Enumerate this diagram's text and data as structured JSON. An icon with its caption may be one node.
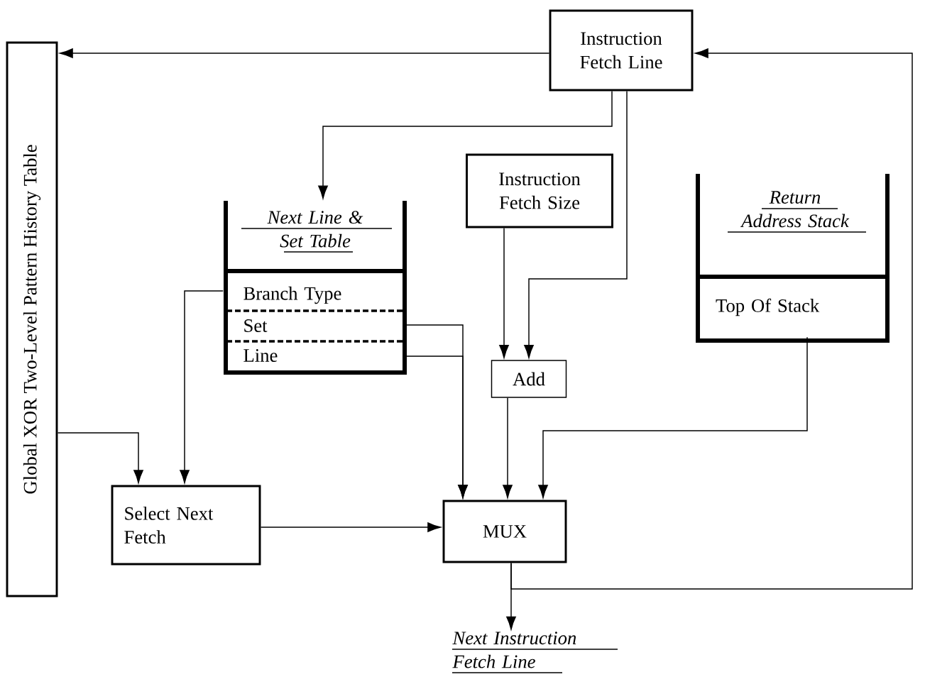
{
  "diagram": {
    "nodes": [
      {
        "text": [
          "Global XOR Two-Level Pattern History Table"
        ]
      },
      {
        "text": [
          "Instruction Fetch Line"
        ]
      },
      {
        "text": [
          "Next Line & Set Table"
        ]
      },
      {
        "text": [
          "Branch Type"
        ],
        "in": 2
      },
      {
        "text": [
          "Set"
        ],
        "in": 2
      },
      {
        "text": [
          "Line"
        ],
        "in": 2
      },
      {
        "text": [
          "Instruction Fetch Size"
        ]
      },
      {
        "text": [
          "Return Address Stack"
        ]
      },
      {
        "text": [
          "Top Of Stack"
        ],
        "in": 7
      },
      {
        "text": [
          "Add"
        ]
      },
      {
        "text": [
          "Select Next Fetch"
        ]
      },
      {
        "text": [
          "MUX"
        ]
      },
      {
        "text": [
          "Next Instruction Fetch Line"
        ]
      }
    ],
    "edges": [
      {
        "from": 1,
        "to": 0,
        "arrow": "to"
      },
      {
        "from": 1,
        "to": 2,
        "arrow": "to"
      },
      {
        "from": 1,
        "to": 9,
        "arrow": "to"
      },
      {
        "from": 6,
        "to": 9,
        "arrow": "to"
      },
      {
        "from": 0,
        "to": 10,
        "arrow": "to"
      },
      {
        "from": 3,
        "to": 10,
        "arrow": "to"
      },
      {
        "from": 4,
        "to": 11,
        "arrow": "to"
      },
      {
        "from": 5,
        "to": 11,
        "arrow": "to"
      },
      {
        "from": 9,
        "to": 11,
        "arrow": "to"
      },
      {
        "from": 8,
        "to": 11,
        "arrow": "to"
      },
      {
        "from": 10,
        "to": 11,
        "arrow": "to"
      },
      {
        "from": 11,
        "to": 12,
        "arrow": "to"
      },
      {
        "from": 11,
        "to": 1,
        "arrow": "to"
      }
    ]
  }
}
